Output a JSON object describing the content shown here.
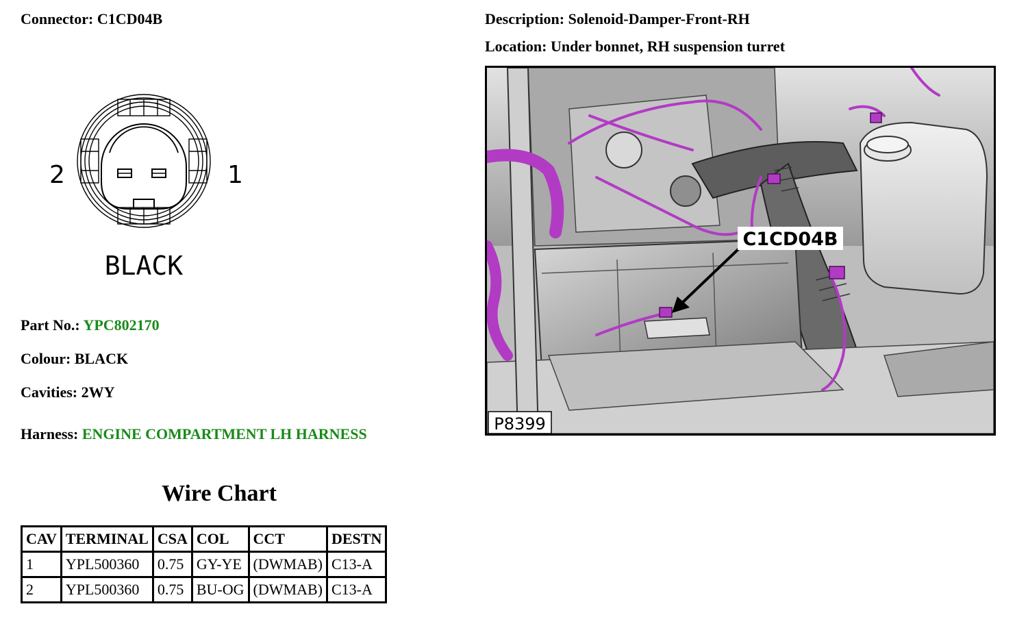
{
  "header": {
    "connector_label": "Connector:",
    "connector_value": "C1CD04B",
    "description_label": "Description:",
    "description_value": "Solenoid-Damper-Front-RH",
    "location_label": "Location:",
    "location_value": "Under bonnet, RH suspension turret"
  },
  "connector_drawing": {
    "pin_left": "2",
    "pin_right": "1",
    "colour_caption": "BLACK"
  },
  "details": {
    "part_label": "Part No.:",
    "part_value": "YPC802170",
    "colour_label": "Colour:",
    "colour_value": "BLACK",
    "cavities_label": "Cavities:",
    "cavities_value": "2WY",
    "harness_label": "Harness:",
    "harness_value": "ENGINE COMPARTMENT LH HARNESS"
  },
  "photo": {
    "callout": "C1CD04B",
    "ref": "P8399"
  },
  "wire_chart": {
    "title": "Wire Chart",
    "headers": [
      "CAV",
      "TERMINAL",
      "CSA",
      "COL",
      "CCT",
      "DESTN"
    ],
    "rows": [
      [
        "1",
        "YPL500360",
        "0.75",
        "GY-YE",
        "(DWMAB)",
        "C13-A"
      ],
      [
        "2",
        "YPL500360",
        "0.75",
        "BU-OG",
        "(DWMAB)",
        "C13-A"
      ]
    ]
  },
  "colors": {
    "link_green": "#1a8a1a",
    "harness_magenta": "#b23bc4"
  }
}
